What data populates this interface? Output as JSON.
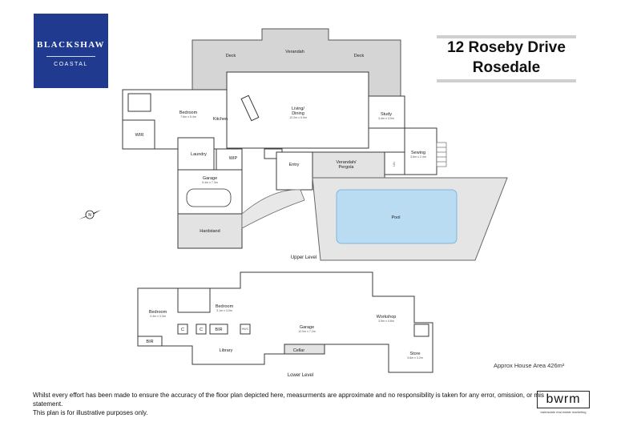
{
  "logo": {
    "brand": "BLACKSHAW",
    "sub": "COASTAL"
  },
  "title": {
    "line1": "12 Roseby Drive",
    "line2": "Rosedale"
  },
  "colors": {
    "logo_bg": "#1f3a8f",
    "deck": "#d5d5d5",
    "wall": "#3a3a3a",
    "pool": "#b9dcf3",
    "pool_edge": "#cde8f8"
  },
  "upper": {
    "verandah": "Verandah",
    "deck_left": "Deck",
    "deck_right": "Deck",
    "bedroom": "Bedroom",
    "bedroom_dim": "7.6m x 5.4m",
    "wir": "WIR",
    "kitchen": "Kitchen",
    "living": "Living/",
    "dining": "Dining",
    "living_dim": "12.2m x 5.9m",
    "study": "Study",
    "study_dim": "3.4m x 3.0m",
    "laundry": "Laundry",
    "wip": "WIP",
    "garage": "Garage",
    "garage_dim": "5.4m x 7.3m",
    "entry": "Entry",
    "verandah_pergola_1": "Verandah/",
    "verandah_pergola_2": "Pergola",
    "sewing": "Sewing",
    "sewing_dim": "3.6m x 2.4m",
    "lin": "LIN",
    "pool": "Pool",
    "hardstand": "Hardstand",
    "level": "Upper Level"
  },
  "lower": {
    "bedroom_left": "Bedroom",
    "bedroom_left_dim": "3.4m x 3.3m",
    "bedroom_mid": "Bedroom",
    "bedroom_mid_dim": "3.1m x 3.0m",
    "bir_left": "BIR",
    "bir_mid": "BIR",
    "c1": "C",
    "c2": "C",
    "hwc": "HWC",
    "library": "Library",
    "garage": "Garage",
    "garage_dim": "12.0m x 7.2m",
    "cellar": "Cellar",
    "workshop": "Workshop",
    "workshop_dim": "3.5m x 4.6m",
    "store": "Store",
    "store_dim": "3.6m x 3.2m",
    "level": "Lower Level"
  },
  "north_label": "N",
  "area_text": "Approx House Area 426m²",
  "disclaimer_1": "Whilst every effort has been made to ensure the accuracy of the floor plan depicted here, measurments are approximate and no responsibility is taken for any error, omission, or mis statement.",
  "disclaimer_2": "This plan is for illustrative purposes only.",
  "bwrm": {
    "word": "bwrm",
    "tag": "bairnsdale real estate marketing"
  }
}
